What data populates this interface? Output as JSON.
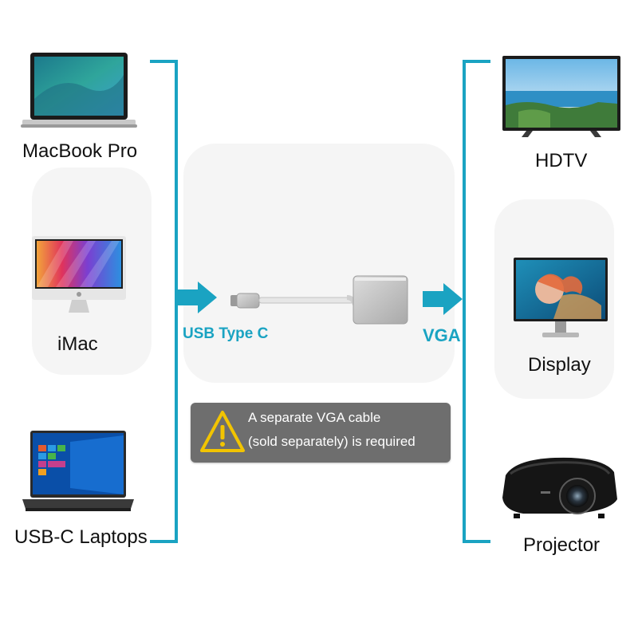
{
  "left_devices": [
    {
      "label": "MacBook Pro",
      "icon": "laptop-icon"
    },
    {
      "label": "iMac",
      "icon": "imac-icon"
    },
    {
      "label": "USB-C Laptops",
      "icon": "windows-laptop-icon"
    }
  ],
  "right_devices": [
    {
      "label": "HDTV",
      "icon": "tv-icon"
    },
    {
      "label": "Display",
      "icon": "monitor-icon"
    },
    {
      "label": "Projector",
      "icon": "projector-icon"
    }
  ],
  "input_port": {
    "label": "USB Type C"
  },
  "output_port": {
    "label": "VGA"
  },
  "notice": {
    "line1": "A separate VGA cable",
    "line2": "(sold separately) is required",
    "icon": "warning-icon"
  },
  "colors": {
    "accent": "#1aa3c2",
    "notice_bg": "#6e6e6e",
    "warning": "#f2c400"
  }
}
